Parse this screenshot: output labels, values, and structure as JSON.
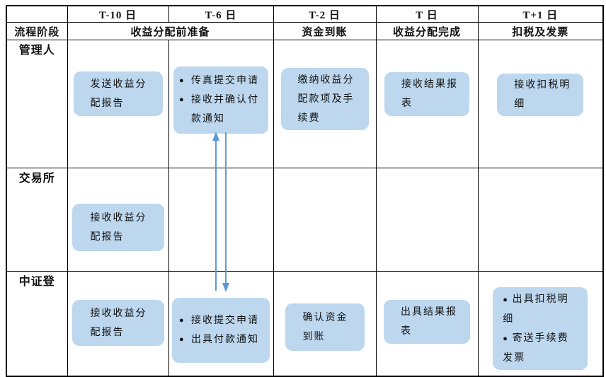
{
  "header": {
    "corner": "",
    "days": [
      "T-10 日",
      "T-6 日",
      "T-2 日",
      "T 日",
      "T+1 日"
    ]
  },
  "stage": {
    "label": "流程阶段",
    "phases": [
      "收益分配前准备",
      "资金到账",
      "收益分配完成",
      "扣税及发票"
    ]
  },
  "lanes": {
    "manager": {
      "label": "管理人",
      "t10": "发送收益分配报告",
      "t6_items": [
        "传真提交申请",
        "接收并确认付款通知"
      ],
      "t2": "缴纳收益分配款项及手续费",
      "t": "接收结果报表",
      "t1": "接收扣税明细"
    },
    "exchange": {
      "label": "交易所",
      "t10": "接收收益分配报告"
    },
    "csdc": {
      "label": "中证登",
      "t10": "接收收益分配报告",
      "t6_items": [
        "接收提交申请",
        "出具付款通知"
      ],
      "t2": "确认资金到账",
      "t": "出具结果报表",
      "t1_items": [
        "出具扣税明细",
        "寄送手续费发票"
      ]
    }
  },
  "colors": {
    "boxFill": "#BDD7EE",
    "arrow": "#5B9BD5",
    "gridLine": "#000000",
    "text": "#111111"
  }
}
